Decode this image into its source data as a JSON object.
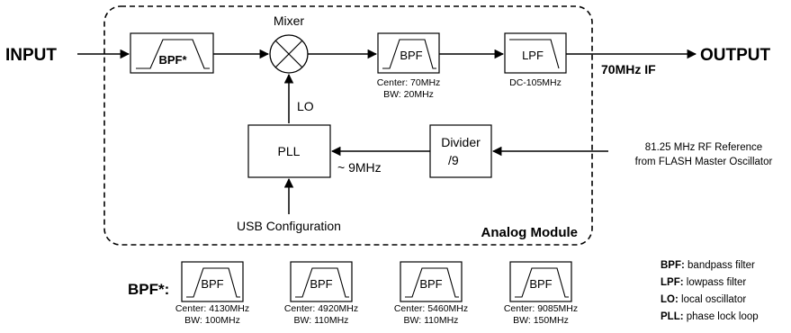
{
  "labels": {
    "input": "INPUT",
    "output": "OUTPUT",
    "mixer": "Mixer",
    "if_out": "70MHz IF",
    "lo": "LO",
    "pll": "PLL",
    "divider_line1": "Divider",
    "divider_line2": "/9",
    "nine_mhz": "~ 9MHz",
    "usb": "USB Configuration",
    "module": "Analog Module",
    "rf_ref_line1": "81.25 MHz RF Reference",
    "rf_ref_line2": "from FLASH Master Oscillator",
    "bpf_star": "BPF*",
    "bpf_star_title": "BPF*:"
  },
  "filters": {
    "input_bpf": "BPF*",
    "bpf": {
      "label": "BPF",
      "center": "Center: 70MHz",
      "bw": "BW: 20MHz"
    },
    "lpf": {
      "label": "LPF",
      "range": "DC-105MHz"
    }
  },
  "bpf_options": [
    {
      "label": "BPF",
      "center": "Center: 4130MHz",
      "bw": "BW: 100MHz"
    },
    {
      "label": "BPF",
      "center": "Center: 4920MHz",
      "bw": "BW: 110MHz"
    },
    {
      "label": "BPF",
      "center": "Center: 5460MHz",
      "bw": "BW: 110MHz"
    },
    {
      "label": "BPF",
      "center": "Center: 9085MHz",
      "bw": "BW: 150MHz"
    }
  ],
  "legend": [
    {
      "term": "BPF:",
      "desc": " bandpass filter"
    },
    {
      "term": "LPF:",
      "desc": " lowpass filter"
    },
    {
      "term": "LO:",
      "desc": " local oscillator"
    },
    {
      "term": "PLL:",
      "desc": " phase lock loop"
    }
  ]
}
